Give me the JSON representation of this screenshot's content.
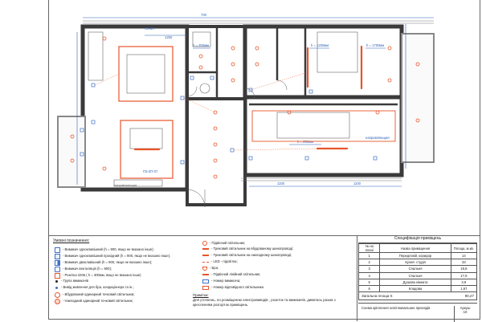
{
  "plan": {
    "dimensions": {
      "top_a": "700",
      "top_b": "1250",
      "small_a": "h = 250мм",
      "small_b": "h = 1200мм",
      "small_c": "h = 1700мм",
      "bottom_a": "1100",
      "bottom_b": "1100"
    },
    "tags": {
      "corridor_tag": "ПЗ-2П",
      "lower_tag": "ПЗ-2П-07",
      "shelf_note": "направляющая",
      "bath_note": "направляющая"
    }
  },
  "legend": {
    "title": "Умовні позначення:",
    "left_items": [
      "- Вимикач одноклавішний (h = 900, якщо не вказано інше);",
      "- Вимикач одноклавішний прохідний (h = 900, якщо не вказано інше);",
      "- Вимикач двоклавішний (h = 900, якщо не вказано інше);",
      "- Вимикач вентиляція (h = 900);",
      "- Розетка 220в ( h = 300мм, якщо не вказано інше)",
      "- Група вимикачів",
      "- Вивід живлення  для бра, кондиціонера та ін.;",
      "- Вбудований одинарний точковий світильник;",
      "- Накладний одинарний точковий світильник;"
    ],
    "right_items": [
      "- Підвісний світильник;",
      "- Трековий світильник на вбудованому шинопроводі;",
      "- Трековий світильник на накладному шинопроводі;",
      "- LED - підсвітка;",
      "- Бра;",
      "- Підвісний лінійний світильник;",
      "- Номер вимикача;",
      "- Номер  відповідного світильника"
    ],
    "notes_title": "Примітки:",
    "notes_text": "Для уточнень, по розміщенню електровиводів , розеток та вимикачів, дивитись разом з кресленням розгорток приміщень."
  },
  "spec": {
    "title": "Специфікація приміщень",
    "headers": [
      "№ на плані",
      "Назва приміщення",
      "Площа, м.кв."
    ],
    "rows": [
      [
        "1",
        "Передпокій, коридор",
        "14"
      ],
      [
        "2",
        "Кухня- студія",
        "33"
      ],
      [
        "3",
        "Спальня",
        "19,8"
      ],
      [
        "4",
        "Спальня",
        "17,9"
      ],
      [
        "5",
        "Душова кімната",
        "3,9"
      ],
      [
        "6",
        "Кладова",
        "1,67"
      ]
    ],
    "total_label": "Загальна площа S",
    "total_value": "90,27"
  },
  "stamp": {
    "title": "Схема кріплення освітлювальних приладів",
    "sheet_label": "Аркуш",
    "sheet_number": "10"
  },
  "colors": {
    "wall": "#3a3a3a",
    "light": "#e8542a",
    "blue": "#3f6fc4",
    "dim": "#2f5fb8"
  }
}
